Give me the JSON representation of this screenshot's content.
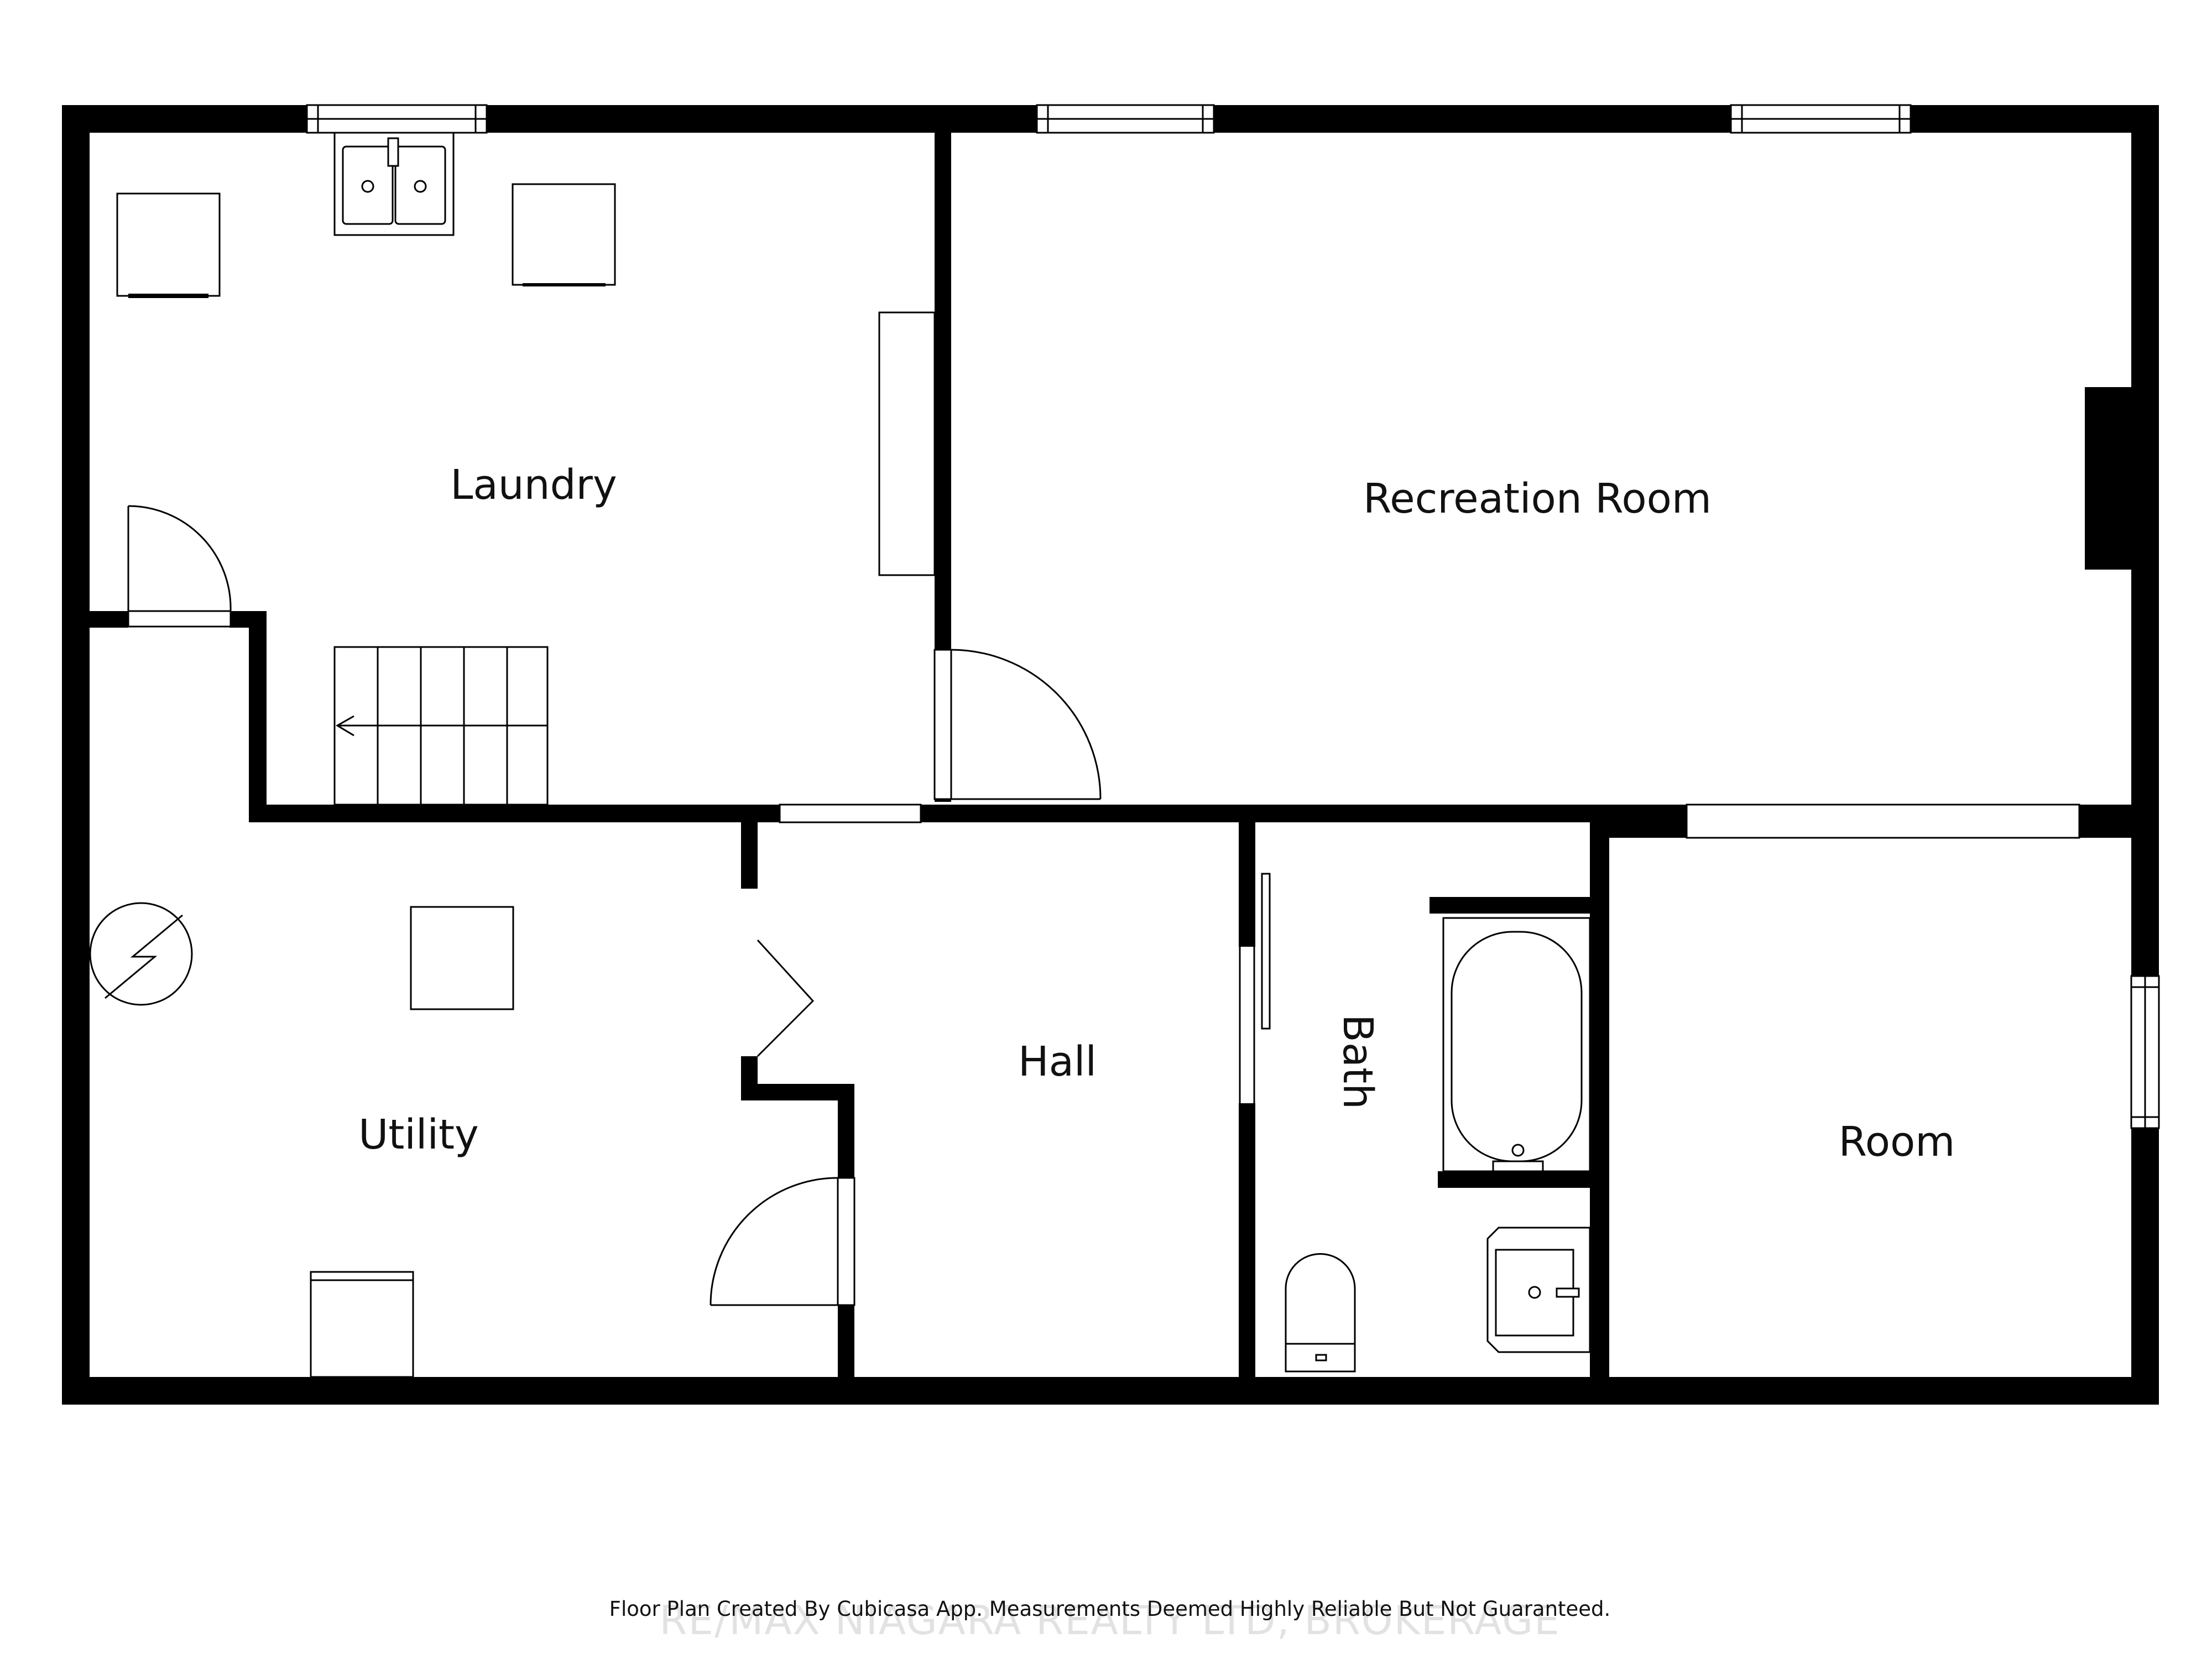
{
  "rooms": {
    "laundry": "Laundry",
    "recreation": "Recreation Room",
    "utility": "Utility",
    "hall": "Hall",
    "bath": "Bath",
    "room": "Room"
  },
  "footer": {
    "caption": "Floor Plan Created By Cubicasa App. Measurements Deemed Highly Reliable But Not Guaranteed.",
    "watermark": "RE/MAX NIAGARA REALTY LTD, BROKERAGE"
  },
  "colors": {
    "wall": "#000000",
    "background": "#ffffff"
  },
  "icons": {
    "sink": "double-sink-icon",
    "washer": "washer-icon",
    "dryer": "dryer-icon",
    "stairs": "stairs-icon",
    "water-heater": "water-heater-icon",
    "bathtub": "bathtub-icon",
    "toilet": "toilet-icon",
    "vanity": "vanity-sink-icon",
    "fireplace": "fireplace-icon"
  }
}
